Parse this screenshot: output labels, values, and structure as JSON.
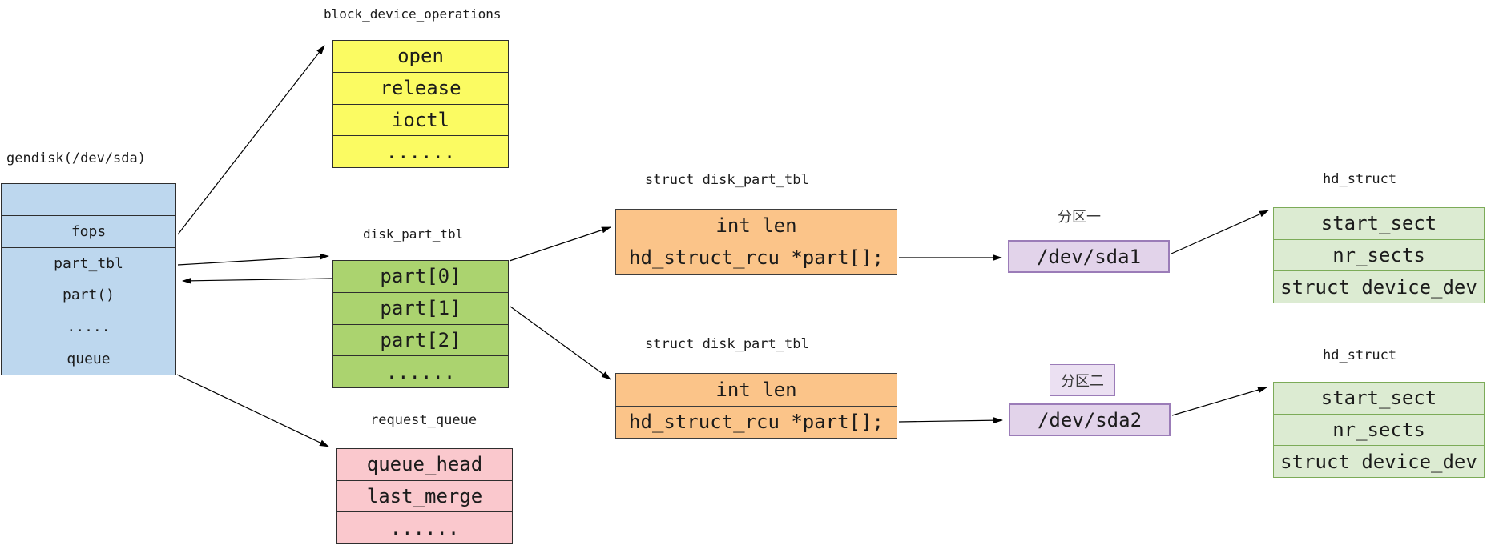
{
  "gendisk": {
    "label": "gendisk(/dev/sda)",
    "rows": [
      "",
      "fops",
      "part_tbl",
      "part()",
      ".....",
      "queue"
    ]
  },
  "block_device_operations": {
    "label": "block_device_operations",
    "rows": [
      "open",
      "release",
      "ioctl",
      "......"
    ]
  },
  "disk_part_tbl": {
    "label": "disk_part_tbl",
    "rows": [
      "part[0]",
      "part[1]",
      "part[2]",
      "......"
    ]
  },
  "request_queue": {
    "label": "request_queue",
    "rows": [
      "queue_head",
      "last_merge",
      "......"
    ]
  },
  "disk_part_tbl_struct_1": {
    "label": "struct disk_part_tbl",
    "rows": [
      "int len",
      "hd_struct_rcu *part[];"
    ]
  },
  "disk_part_tbl_struct_2": {
    "label": "struct disk_part_tbl",
    "rows": [
      "int len",
      "hd_struct_rcu *part[];"
    ]
  },
  "partition_1": {
    "label": "分区一",
    "value": "/dev/sda1"
  },
  "partition_2": {
    "label": "分区二",
    "value": "/dev/sda2"
  },
  "hd_struct_1": {
    "label": "hd_struct",
    "rows": [
      "start_sect",
      "nr_sects",
      "struct device_dev"
    ]
  },
  "hd_struct_2": {
    "label": "hd_struct",
    "rows": [
      "start_sect",
      "nr_sects",
      "struct device_dev"
    ]
  },
  "colors": {
    "gendisk_fill": "#BDD7EE",
    "block_device_operations_fill": "#FBFB62",
    "disk_part_tbl_fill": "#ABD36F",
    "request_queue_fill": "#FAC8CD",
    "disk_part_tbl_struct_fill": "#FBC489",
    "partition_fill": "#E2D3EA",
    "partition_border": "#9B7CB8",
    "partition_tag_fill": "#EBE0F2",
    "hd_struct_fill": "#DCEBD2",
    "hd_struct_border": "#7CAB58",
    "line_color": "#000000"
  }
}
